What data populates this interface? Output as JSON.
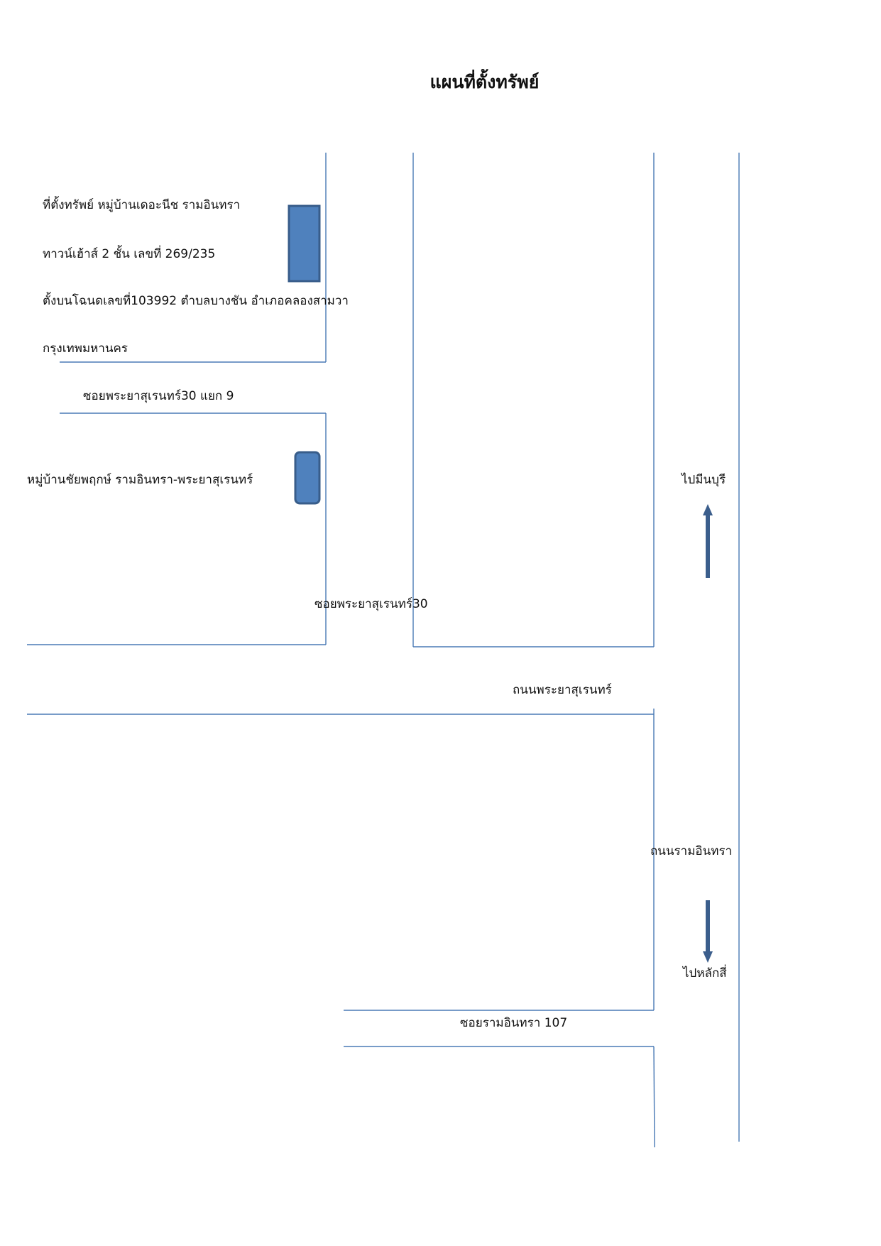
{
  "title": "แผนที่ตั้งทรัพย์",
  "property": {
    "line1": "ที่ตั้งทรัพย์ หมู่บ้านเดอะนีช รามอินทรา",
    "line2": "ทาวน์เฮ้าส์ 2 ชั้น เลขที่ 269/235",
    "line3": "ตั้งบนโฉนดเลขที่103992 ตำบลบางชัน อำเภอคลองสามวา",
    "line4": "กรุงเทพมหานคร"
  },
  "roads": {
    "soi_30_yaek_9": "ซอยพระยาสุเรนทร์30 แยก 9",
    "soi_30": "ซอยพระยาสุเรนทร์30",
    "phraya_suren": "ถนนพระยาสุเรนทร์",
    "ram_inthra": "ถนนรามอินทรา",
    "soi_ram_inthra_107": "ซอยรามอินทรา 107"
  },
  "landmarks": {
    "chaiyaphruek": "หมู่บ้านชัยพฤกษ์ รามอินทรา-พระยาสุเรนทร์"
  },
  "directions": {
    "to_min_buri": "ไปมีนบุรี",
    "to_lak_si": "ไปหลักสี่"
  },
  "colors": {
    "road_line": "#4a7ab5",
    "building_fill": "#4f81bd",
    "building_stroke": "#385d8a",
    "arrow": "#3b5e8c"
  },
  "icons": {
    "subject_property": "rect-building-icon",
    "neighbor_village": "rounded-building-icon",
    "north_arrow": "arrow-up-icon",
    "south_arrow": "arrow-down-icon"
  }
}
